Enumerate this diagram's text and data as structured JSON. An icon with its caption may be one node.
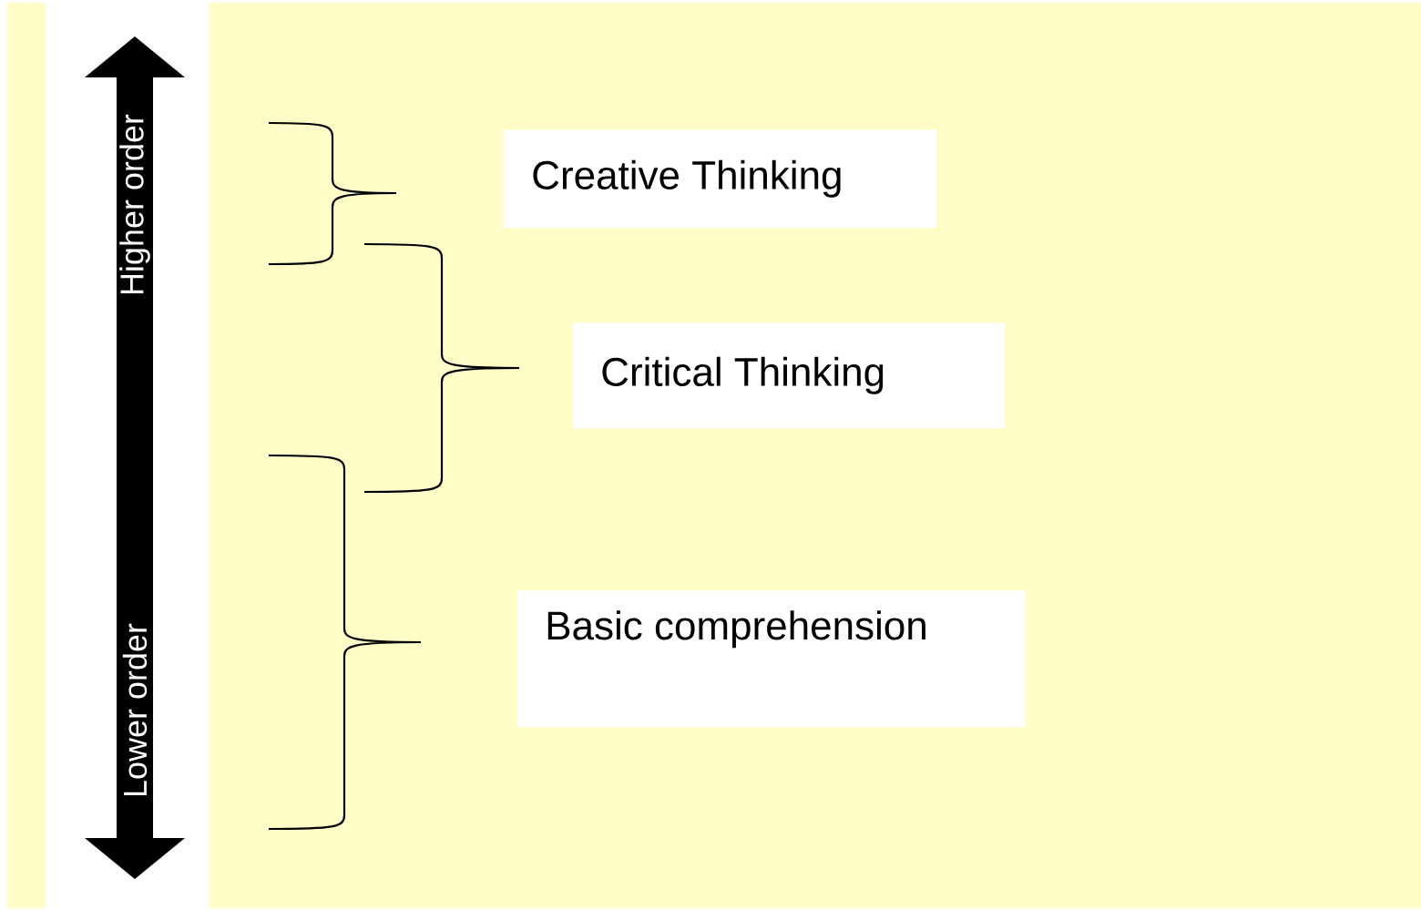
{
  "diagram": {
    "nodes": [
      {
        "text": [
          "Creative Thinking"
        ]
      },
      {
        "text": [
          "Critical Thinking"
        ]
      },
      {
        "text": [
          "Basic comprehension"
        ]
      }
    ],
    "labels": [
      "Higher order",
      "Lower order"
    ]
  }
}
